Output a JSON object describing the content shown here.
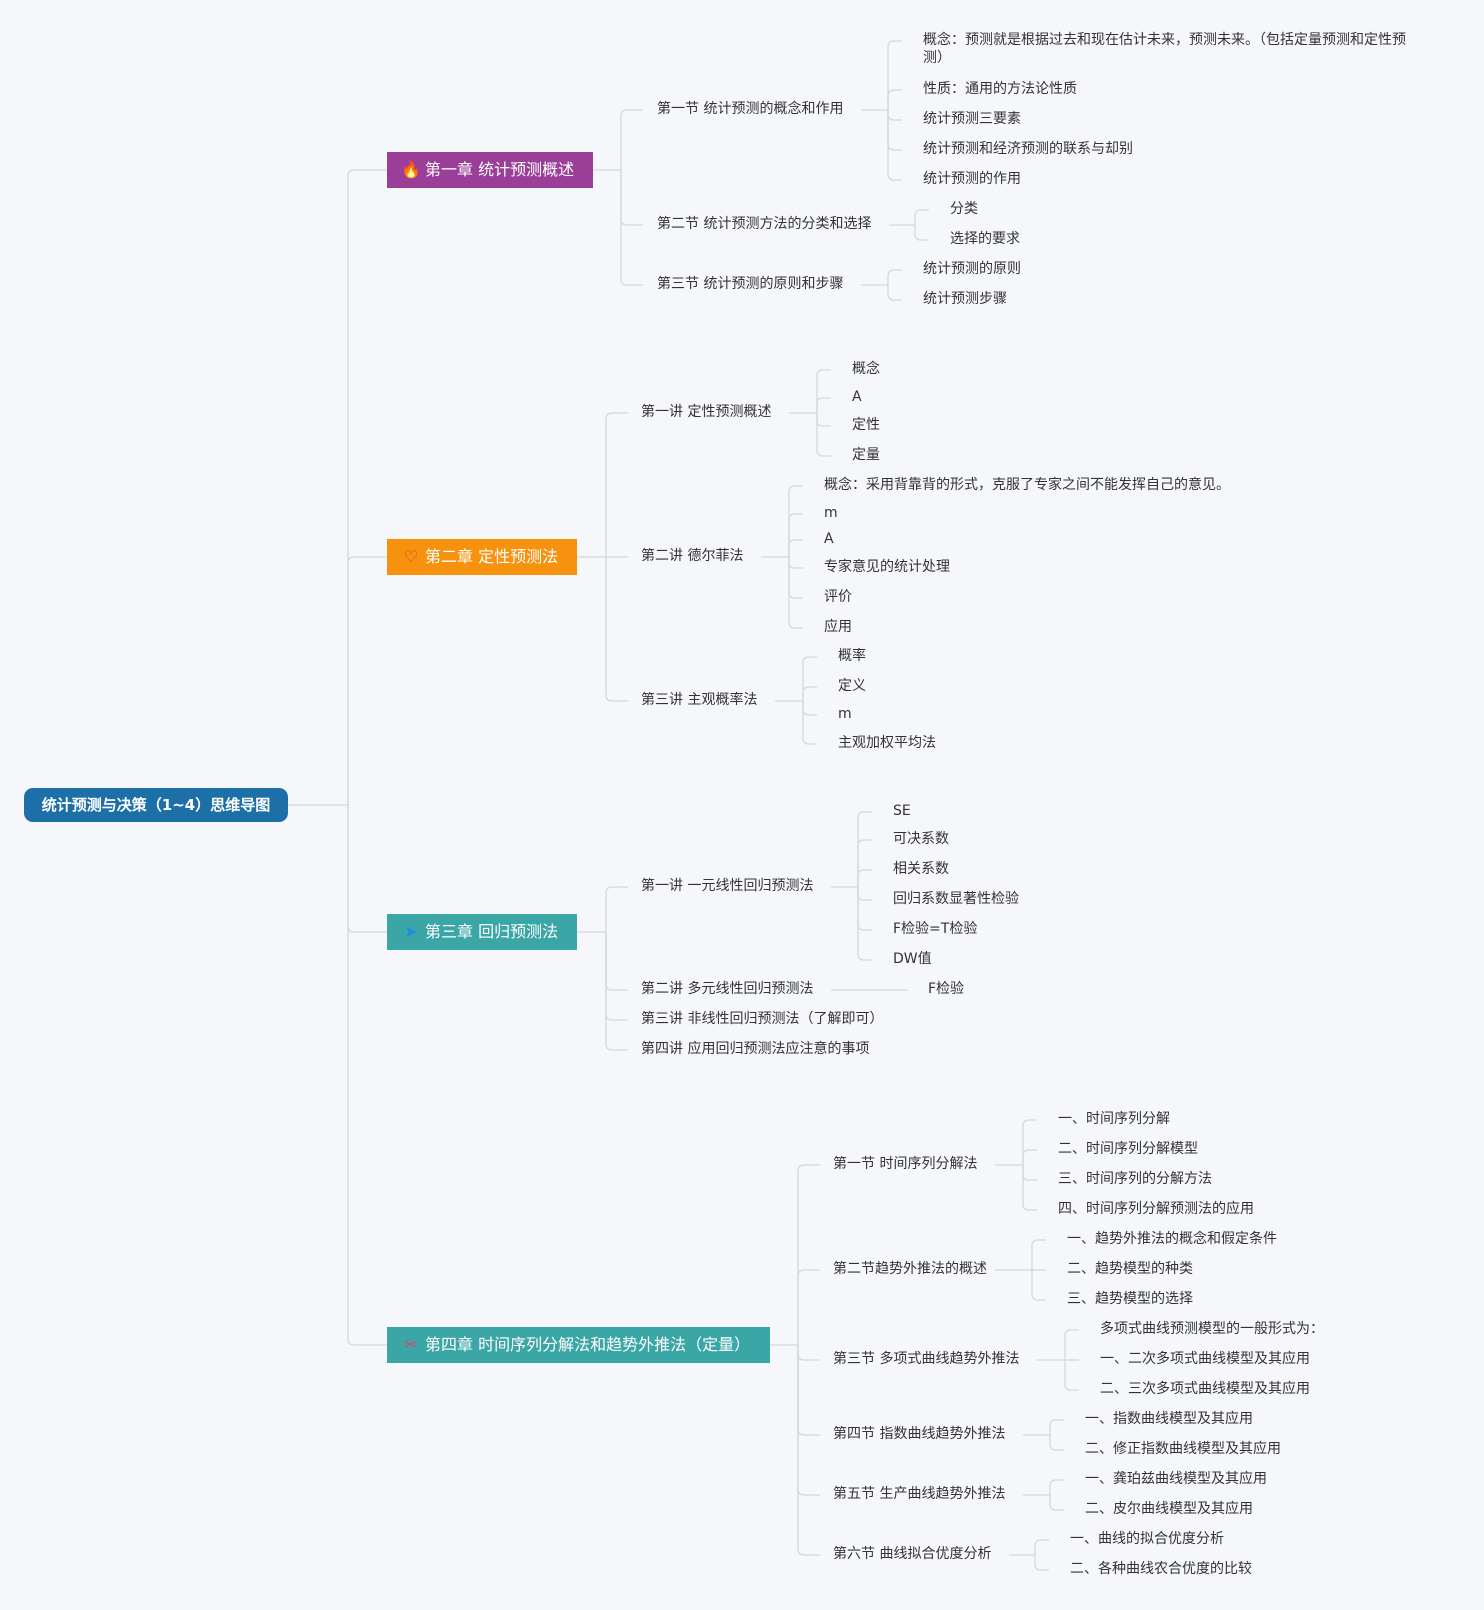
{
  "root": "统计预测与决策（1~4）思维导图",
  "chapters": [
    {
      "title": "第一章 统计预测概述",
      "color": "#9b3e98",
      "icon": "flame-icon",
      "glyph": "🔥"
    },
    {
      "title": "第二章 定性预测法",
      "color": "#f7920f",
      "icon": "heart-icon",
      "glyph": "♡"
    },
    {
      "title": "第三章 回归预测法",
      "color": "#3aa6a6",
      "icon": "paper-plane-icon",
      "glyph": "➤"
    },
    {
      "title": "第四章 时间序列分解法和趋势外推法（定量）",
      "color": "#3aa6a6",
      "icon": "tools-icon",
      "glyph": "✂"
    }
  ],
  "c1": {
    "s1": {
      "label": "第一节 统计预测的概念和作用",
      "items": [
        "概念：预测就是根据过去和现在估计未来，预测未来。（包括定量预测和定性预测）",
        "性质：通用的方法论性质",
        "统计预测三要素",
        "统计预测和经济预测的联系与却别",
        "统计预测的作用"
      ]
    },
    "s2": {
      "label": "第二节 统计预测方法的分类和选择",
      "items": [
        "分类",
        "选择的要求"
      ]
    },
    "s3": {
      "label": "第三节 统计预测的原则和步骤",
      "items": [
        "统计预测的原则",
        "统计预测步骤"
      ]
    }
  },
  "c2": {
    "s1": {
      "label": "第一讲 定性预测概述",
      "items": [
        "概念",
        "A",
        "定性",
        "定量"
      ]
    },
    "s2": {
      "label": "第二讲 德尔菲法",
      "items": [
        "概念：采用背靠背的形式，克服了专家之间不能发挥自己的意见。",
        "m",
        "A",
        "专家意见的统计处理",
        "评价",
        "应用"
      ]
    },
    "s3": {
      "label": "第三讲 主观概率法",
      "items": [
        "概率",
        "定义",
        "m",
        "主观加权平均法"
      ]
    }
  },
  "c3": {
    "s1": {
      "label": "第一讲 一元线性回归预测法",
      "items": [
        "SE",
        "可决系数",
        "相关系数",
        "回归系数显著性检验",
        "F检验=T检验",
        "DW值"
      ]
    },
    "s2": {
      "label": "第二讲 多元线性回归预测法",
      "items": [
        "F检验"
      ]
    },
    "s3": {
      "label": "第三讲 非线性回归预测法（了解即可）"
    },
    "s4": {
      "label": "第四讲 应用回归预测法应注意的事项"
    }
  },
  "c4": {
    "s1": {
      "label": "第一节 时间序列分解法",
      "items": [
        "一、时间序列分解",
        "二、时间序列分解模型",
        "三、时间序列的分解方法",
        "四、时间序列分解预测法的应用"
      ]
    },
    "s2": {
      "label": "第二节趋势外推法的概述",
      "items": [
        "一、趋势外推法的概念和假定条件",
        "二、趋势模型的种类",
        "三、趋势模型的选择"
      ]
    },
    "s3": {
      "label": "第三节 多项式曲线趋势外推法",
      "items": [
        "多项式曲线预测模型的一般形式为：",
        "一、二次多项式曲线模型及其应用",
        "二、三次多项式曲线模型及其应用"
      ]
    },
    "s4": {
      "label": "第四节 指数曲线趋势外推法",
      "items": [
        "一、指数曲线模型及其应用",
        "二、修正指数曲线模型及其应用"
      ]
    },
    "s5": {
      "label": "第五节 生产曲线趋势外推法",
      "items": [
        "一、龚珀兹曲线模型及其应用",
        "二、皮尔曲线模型及其应用"
      ]
    },
    "s6": {
      "label": "第六节 曲线拟合优度分析",
      "items": [
        "一、曲线的拟合优度分析",
        "二、各种曲线农合优度的比较"
      ]
    }
  },
  "colors": {
    "line": "#d5d7dc",
    "background": "#f6f7fb",
    "root": "#1d6fa8"
  }
}
